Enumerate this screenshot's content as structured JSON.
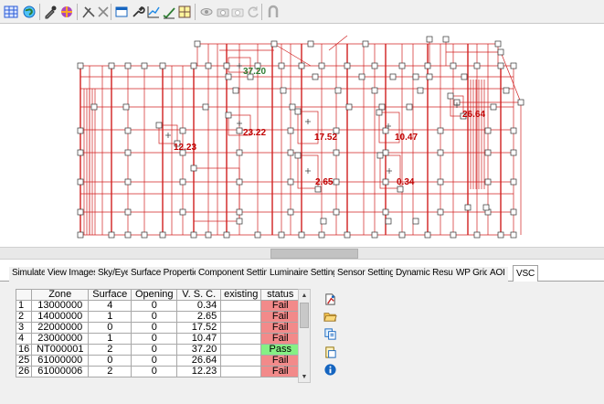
{
  "toolbar": {
    "buttons": [
      {
        "name": "grid-icon",
        "color": "#2a5bd7"
      },
      {
        "name": "globe-refresh-icon",
        "color": "#1e88e5"
      },
      {
        "name": "eye-dropper-icon",
        "color": "#444444"
      },
      {
        "name": "sphere-icon",
        "color": "#8e24aa"
      },
      {
        "name": "pen-cross-icon",
        "color": "#555555"
      },
      {
        "name": "x-icon",
        "color": "#888888"
      },
      {
        "name": "window-icon",
        "color": "#1565c0"
      },
      {
        "name": "wrench-icon",
        "color": "#333333"
      },
      {
        "name": "chart-plot-icon",
        "color": "#1e88e5"
      },
      {
        "name": "checklist-icon",
        "color": "#2e7d32"
      },
      {
        "name": "table-grid-icon",
        "color": "#f9a825"
      },
      {
        "name": "eye-icon",
        "color": "#999999"
      },
      {
        "name": "camera-icon",
        "color": "#aaaaaa"
      },
      {
        "name": "camera-disabled-icon",
        "color": "#bbbbbb"
      },
      {
        "name": "refresh-disabled-icon",
        "color": "#bbbbbb"
      },
      {
        "name": "magnet-icon",
        "color": "#aaaaaa"
      }
    ]
  },
  "canvas": {
    "labels": [
      {
        "text": "37.20",
        "color": "#2e7d32"
      },
      {
        "text": "23.22",
        "color": "#c00000"
      },
      {
        "text": "17.52",
        "color": "#c00000"
      },
      {
        "text": "10.47",
        "color": "#c00000"
      },
      {
        "text": "26.64",
        "color": "#c00000"
      },
      {
        "text": "12.23",
        "color": "#c00000"
      },
      {
        "text": "2.65",
        "color": "#c00000"
      },
      {
        "text": "0.34",
        "color": "#c00000"
      }
    ]
  },
  "tabs": [
    {
      "label": "Simulate",
      "active": false
    },
    {
      "label": "View Images",
      "active": false
    },
    {
      "label": "Sky/Eye",
      "active": false
    },
    {
      "label": "Surface Properties",
      "active": false
    },
    {
      "label": "Component Settings",
      "active": false
    },
    {
      "label": "Luminaire Settings",
      "active": false
    },
    {
      "label": "Sensor Settings",
      "active": false
    },
    {
      "label": "Dynamic Results",
      "active": false
    },
    {
      "label": "WP Grid",
      "active": false
    },
    {
      "label": "AOI",
      "active": false
    },
    {
      "label": "VSC",
      "active": true
    }
  ],
  "vsc_table": {
    "columns": [
      "",
      "Zone",
      "Surface",
      "Opening",
      "V. S. C.",
      "existing",
      "status"
    ],
    "rows": [
      {
        "idx": "1",
        "zone": "13000000",
        "surface": "4",
        "opening": "0",
        "vsc": "0.34",
        "existing": "",
        "status": "Fail"
      },
      {
        "idx": "2",
        "zone": "14000000",
        "surface": "1",
        "opening": "0",
        "vsc": "2.65",
        "existing": "",
        "status": "Fail"
      },
      {
        "idx": "3",
        "zone": "22000000",
        "surface": "0",
        "opening": "0",
        "vsc": "17.52",
        "existing": "",
        "status": "Fail"
      },
      {
        "idx": "4",
        "zone": "23000000",
        "surface": "1",
        "opening": "0",
        "vsc": "10.47",
        "existing": "",
        "status": "Fail"
      },
      {
        "idx": "16",
        "zone": "NT000001",
        "surface": "2",
        "opening": "0",
        "vsc": "37.20",
        "existing": "",
        "status": "Pass"
      },
      {
        "idx": "25",
        "zone": "61000000",
        "surface": "0",
        "opening": "0",
        "vsc": "26.64",
        "existing": "",
        "status": "Fail"
      },
      {
        "idx": "26",
        "zone": "61000006",
        "surface": "2",
        "opening": "0",
        "vsc": "12.23",
        "existing": "",
        "status": "Fail"
      }
    ],
    "status_colors": {
      "Fail": "#f28a8a",
      "Pass": "#85f085"
    }
  },
  "side_buttons": [
    {
      "name": "run-calc-icon"
    },
    {
      "name": "open-folder-icon"
    },
    {
      "name": "copy-table-icon"
    },
    {
      "name": "paste-table-icon"
    },
    {
      "name": "info-icon"
    }
  ]
}
